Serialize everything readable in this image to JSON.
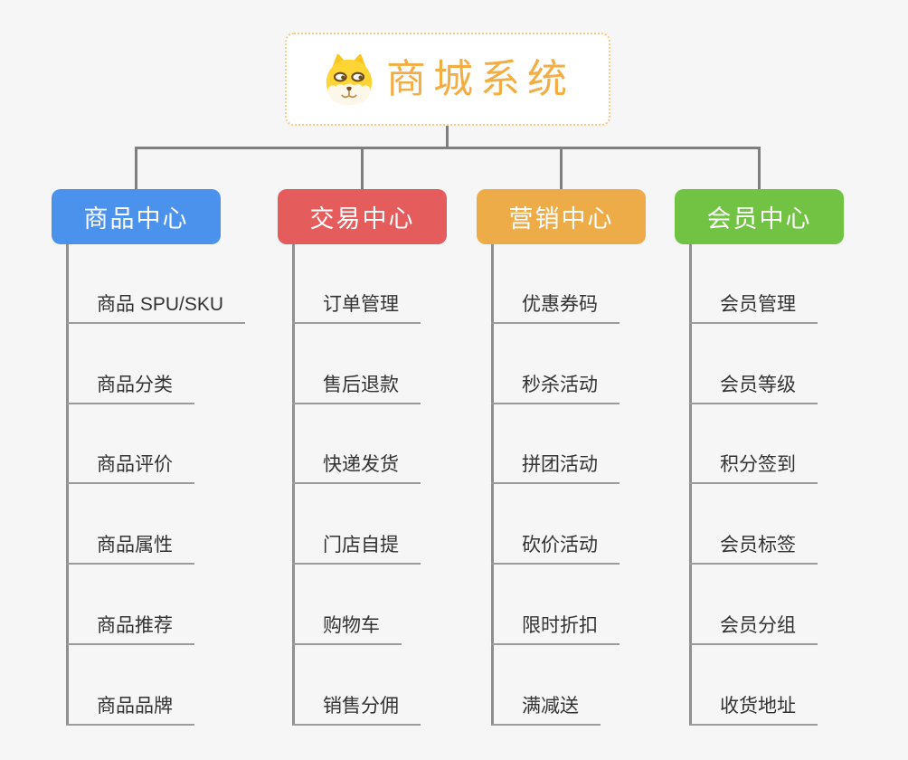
{
  "root": {
    "title": "商城系统",
    "icon": "shiba-dog-icon",
    "title_color": "#F2AE44",
    "border_color": "#F7CC85"
  },
  "branches": [
    {
      "label": "商品中心",
      "color": "#4B92EC",
      "children": [
        "商品 SPU/SKU",
        "商品分类",
        "商品评价",
        "商品属性",
        "商品推荐",
        "商品品牌"
      ]
    },
    {
      "label": "交易中心",
      "color": "#E45C5C",
      "children": [
        "订单管理",
        "售后退款",
        "快递发货",
        "门店自提",
        "购物车",
        "销售分佣"
      ]
    },
    {
      "label": "营销中心",
      "color": "#EDAC48",
      "children": [
        "优惠券码",
        "秒杀活动",
        "拼团活动",
        "砍价活动",
        "限时折扣",
        "满减送"
      ]
    },
    {
      "label": "会员中心",
      "color": "#72C244",
      "children": [
        "会员管理",
        "会员等级",
        "积分签到",
        "会员标签",
        "会员分组",
        "收货地址"
      ]
    }
  ],
  "colors": {
    "connector": "#7F7F7F",
    "leaf_line": "#9B9B9B",
    "leaf_text": "#333333",
    "background": "#F6F6F6",
    "header_text": "#FFFFFF"
  }
}
